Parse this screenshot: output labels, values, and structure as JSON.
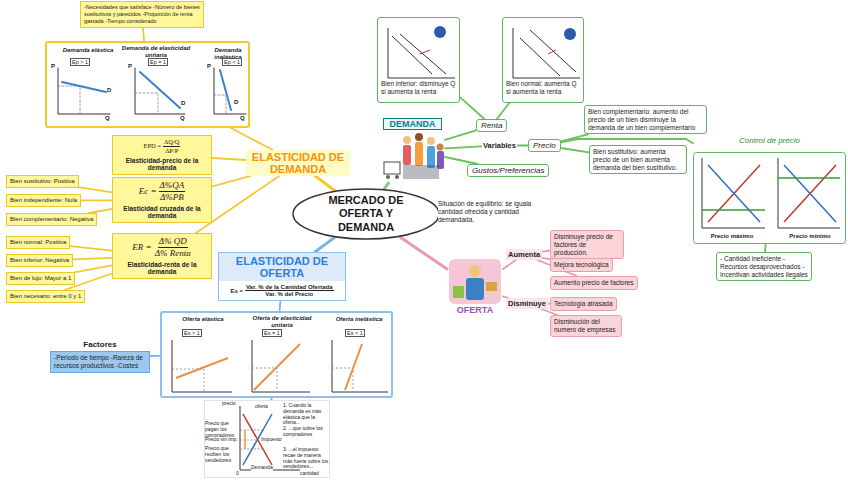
{
  "diagram": {
    "nodes": [
      {
        "text": [
          "MERCADO DE OFERTA Y DEMANDA"
        ]
      },
      {
        "text": [
          "ELASTICIDAD DE DEMANDA"
        ]
      },
      {
        "text": [
          "-Necesidades que satisface -Número de bienes sustitutivos y parecidos -Proporción de renta gastada -Tiempo considerado"
        ]
      },
      {
        "text": [
          "Demanda elástica",
          "Demanda de elasticidad unitaria",
          "Demanda inelástica"
        ]
      },
      {
        "text": [
          "EPD =",
          "ΔQ/Q",
          "ΔP/P",
          "Elasticidad-precio de la demanda"
        ]
      },
      {
        "text": [
          "Ec =",
          "Δ%QA",
          "Δ%PB",
          "Elasticidad cruzada de la demanda"
        ]
      },
      {
        "text": [
          "Bien sustitutivo: Positiva"
        ]
      },
      {
        "text": [
          "Bien independiente: Nula"
        ]
      },
      {
        "text": [
          "Bien complementario: Negativa"
        ]
      },
      {
        "text": [
          "ER =",
          "Δ% QD",
          "Δ% Renta",
          "Elasticidad-renta de la demanda"
        ]
      },
      {
        "text": [
          "Bien normal: Positiva"
        ]
      },
      {
        "text": [
          "Bien inferior: Negativa"
        ]
      },
      {
        "text": [
          "Bien de lujo: Mayor a 1"
        ]
      },
      {
        "text": [
          "Bien necesario: entre 0 y 1"
        ]
      },
      {
        "text": [
          "ELASTICIDAD DE OFERTA",
          "Es =",
          "Var. % de la Cantidad Ofertada",
          "Var. % del Precio"
        ]
      },
      {
        "text": [
          "Oferta elástica",
          "Oferta de elasticidad unitaria",
          "Oferta inelástica"
        ]
      },
      {
        "text": [
          "Factores",
          "-Periodo de tiempo -Rareza de recursos productivos -Costes"
        ]
      },
      {
        "text": [
          "1. Cuando la demanda es más elástica que la oferta...",
          "2. ...que sobre los compradores",
          "3. ...el impuesto recae de manera más fuerte sobre los vendedores..."
        ]
      },
      {
        "text": [
          "DEMANDA"
        ]
      },
      {
        "text": [
          "Renta"
        ]
      },
      {
        "text": [
          "Bien inferior: disminuye Q si aumenta la renta"
        ]
      },
      {
        "text": [
          "Bien normal: aumenta Q si aumenta la renta"
        ]
      },
      {
        "text": [
          "Variables"
        ]
      },
      {
        "text": [
          "Precio"
        ]
      },
      {
        "text": [
          "Bien complementario: aumento del precio de un bien disminuye la demanda de un bien complementario"
        ]
      },
      {
        "text": [
          "Bien sustitutivo: aumenta precio de un bien aumenta demanda del bien sustitutivo."
        ]
      },
      {
        "text": [
          "Control de precio",
          "Precio máximo",
          "Precio mínimo"
        ]
      },
      {
        "text": [
          "- Cantidad ineficiente -Recursos desaprovechados -Incentivan actividades ilegales"
        ]
      },
      {
        "text": [
          "Gustos/Preferencias"
        ]
      },
      {
        "text": [
          "OFERTA"
        ]
      },
      {
        "text": [
          "Aumenta"
        ]
      },
      {
        "text": [
          "Disminuye precio de factores de producción."
        ]
      },
      {
        "text": [
          "Mejora tecnológica"
        ]
      },
      {
        "text": [
          "Aumento precio de factores"
        ]
      },
      {
        "text": [
          "Disminuye"
        ]
      },
      {
        "text": [
          "Tecnología atrasada"
        ]
      },
      {
        "text": [
          "Disminución del numero de empresas"
        ]
      }
    ],
    "edges": [
      {
        "from": 0,
        "to": 1,
        "arrow": "none"
      },
      {
        "from": 0,
        "to": 14,
        "arrow": "none"
      },
      {
        "from": 0,
        "to": 18,
        "arrow": "none"
      },
      {
        "from": 0,
        "to": 29,
        "arrow": "none"
      },
      {
        "from": 1,
        "to": 3,
        "arrow": "none"
      },
      {
        "from": 3,
        "to": 2,
        "arrow": "none"
      },
      {
        "from": 1,
        "to": 4,
        "arrow": "none"
      },
      {
        "from": 1,
        "to": 5,
        "arrow": "none"
      },
      {
        "from": 1,
        "to": 9,
        "arrow": "none"
      },
      {
        "from": 5,
        "to": 6,
        "arrow": "none"
      },
      {
        "from": 5,
        "to": 7,
        "arrow": "none"
      },
      {
        "from": 5,
        "to": 8,
        "arrow": "none"
      },
      {
        "from": 9,
        "to": 10,
        "arrow": "none"
      },
      {
        "from": 9,
        "to": 11,
        "arrow": "none"
      },
      {
        "from": 9,
        "to": 12,
        "arrow": "none"
      },
      {
        "from": 9,
        "to": 13,
        "arrow": "none"
      },
      {
        "from": 14,
        "to": 15,
        "arrow": "none"
      },
      {
        "from": 15,
        "to": 16,
        "arrow": "none"
      },
      {
        "from": 15,
        "to": 17,
        "arrow": "none"
      },
      {
        "from": 18,
        "to": 19,
        "arrow": "none"
      },
      {
        "from": 19,
        "to": 20,
        "arrow": "none"
      },
      {
        "from": 19,
        "to": 21,
        "arrow": "none"
      },
      {
        "from": 18,
        "to": 22,
        "arrow": "none"
      },
      {
        "from": 22,
        "to": 23,
        "arrow": "none"
      },
      {
        "from": 23,
        "to": 24,
        "arrow": "none"
      },
      {
        "from": 23,
        "to": 25,
        "arrow": "none"
      },
      {
        "from": 23,
        "to": 26,
        "arrow": "none"
      },
      {
        "from": 26,
        "to": 27,
        "arrow": "none"
      },
      {
        "from": 18,
        "to": 28,
        "arrow": "none"
      },
      {
        "from": 29,
        "to": 30,
        "arrow": "none"
      },
      {
        "from": 30,
        "to": 31,
        "arrow": "none"
      },
      {
        "from": 30,
        "to": 32,
        "arrow": "none"
      },
      {
        "from": 30,
        "to": 33,
        "arrow": "none"
      },
      {
        "from": 29,
        "to": 34,
        "arrow": "none"
      },
      {
        "from": 34,
        "to": 35,
        "arrow": "none"
      },
      {
        "from": 34,
        "to": 36,
        "arrow": "none"
      }
    ],
    "labels": [
      "Ep > 1",
      "Ep = 1",
      "Ep < 1",
      "P",
      "Q",
      "D",
      "P",
      "Q",
      "D",
      "P",
      "Q",
      "D",
      "Es > 1",
      "Es = 1",
      "Es < 1",
      "precio",
      "Precio que pagan los compradores",
      "Precio sin imp.",
      "Impuesto",
      "oferta",
      "Demanda",
      "Precio que reciben los vendedores",
      "0",
      "cantidad",
      "Situación de equilibrio: se iguala cantidad ofrecida y cantidad demandada."
    ]
  }
}
